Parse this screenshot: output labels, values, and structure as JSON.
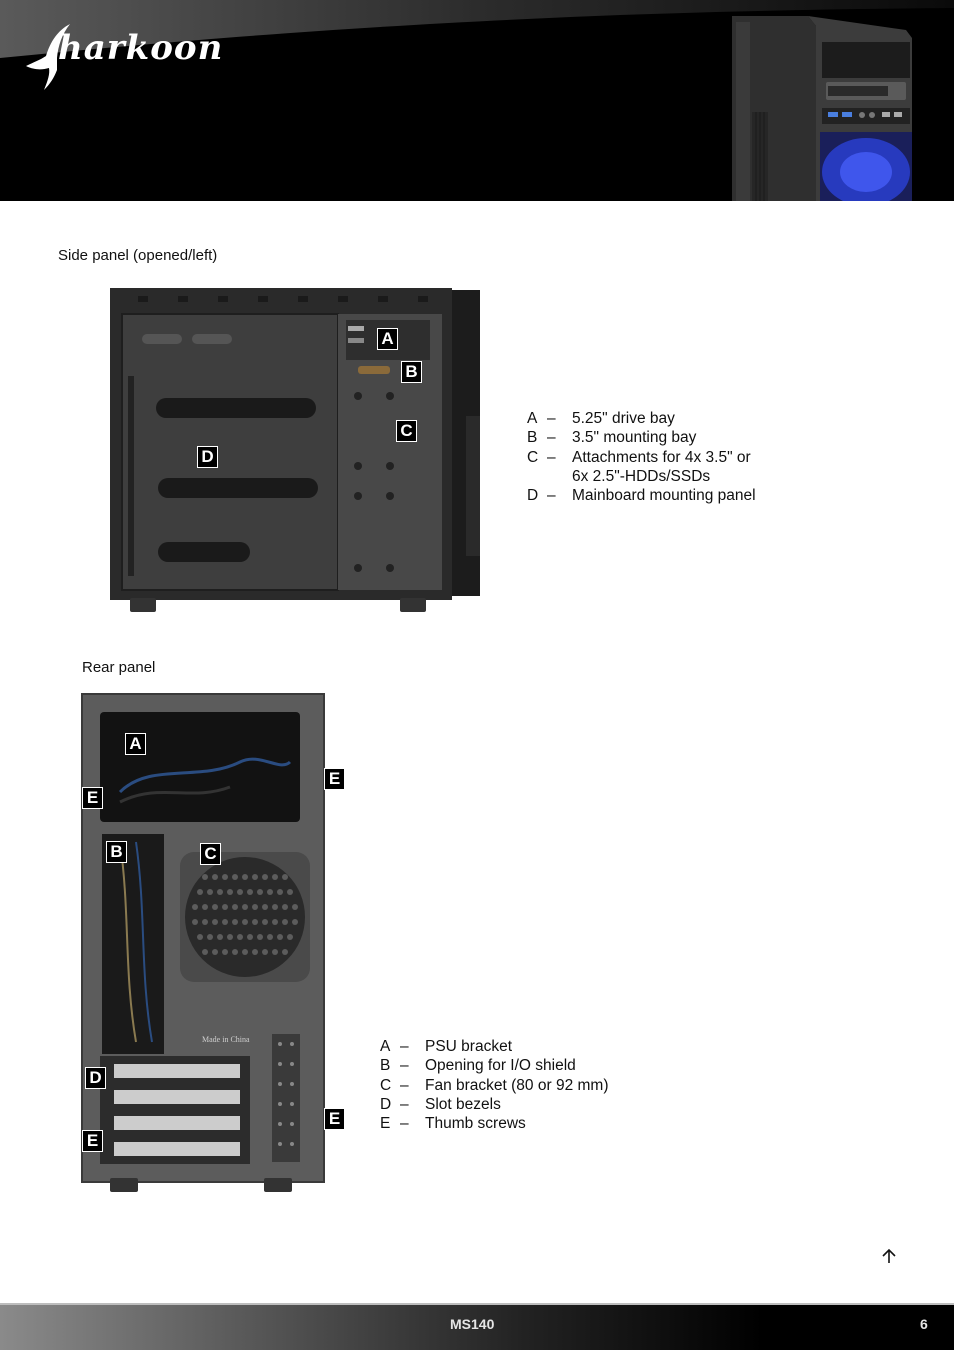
{
  "header": {
    "brand": "harkoon"
  },
  "side_panel": {
    "title": "Side panel (opened/left)",
    "markers": [
      "A",
      "B",
      "C",
      "D"
    ],
    "legend": [
      {
        "letter": "A",
        "dash": "–",
        "text": "5.25\" drive bay"
      },
      {
        "letter": "B",
        "dash": "–",
        "text": "3.5\" mounting bay"
      },
      {
        "letter": "C",
        "dash": "–",
        "text": "Attachments for 4x 3.5\" or"
      },
      {
        "letter": "",
        "dash": "",
        "text": "6x 2.5\"-HDDs/SSDs"
      },
      {
        "letter": "D",
        "dash": "–",
        "text": "Mainboard mounting panel"
      }
    ]
  },
  "rear_panel": {
    "title": "Rear panel",
    "markers": [
      "A",
      "E",
      "E",
      "B",
      "C",
      "D",
      "E",
      "E"
    ],
    "stamp": "Made in China",
    "legend": [
      {
        "letter": "A",
        "dash": "–",
        "text": "PSU bracket"
      },
      {
        "letter": "B",
        "dash": "–",
        "text": "Opening for I/O shield"
      },
      {
        "letter": "C",
        "dash": "–",
        "text": "Fan bracket (80 or 92 mm)"
      },
      {
        "letter": "D",
        "dash": "–",
        "text": "Slot bezels"
      },
      {
        "letter": "E",
        "dash": "–",
        "text": "Thumb screws"
      }
    ]
  },
  "footer": {
    "model": "MS140",
    "page": "6"
  },
  "icons": {
    "up": "arrow-up-icon"
  },
  "colors": {
    "header_bg": "#000000",
    "fan_blue": "#2a3fd0"
  }
}
